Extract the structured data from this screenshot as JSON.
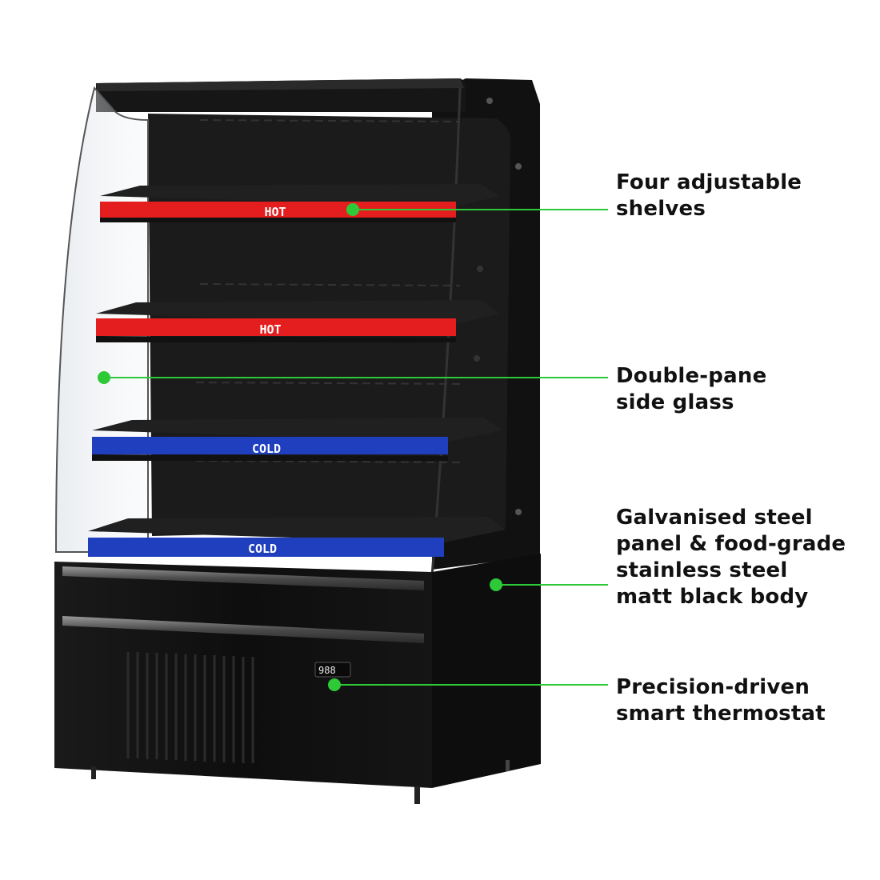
{
  "accent_color": "#2dc937",
  "shelf_labels": {
    "shelf1": "HOT",
    "shelf2": "HOT",
    "shelf3": "COLD",
    "shelf4": "COLD"
  },
  "shelf_colors": {
    "hot": "#e41e1e",
    "cold": "#1f3fbf"
  },
  "thermostat_display": "988",
  "callouts": [
    {
      "id": "shelves",
      "text": "Four adjustable\nshelves"
    },
    {
      "id": "glass",
      "text": "Double-pane\nside glass"
    },
    {
      "id": "body",
      "text": "Galvanised steel\npanel & food-grade\nstainless steel\nmatt black body"
    },
    {
      "id": "thermostat",
      "text": "Precision-driven\nsmart thermostat"
    }
  ]
}
